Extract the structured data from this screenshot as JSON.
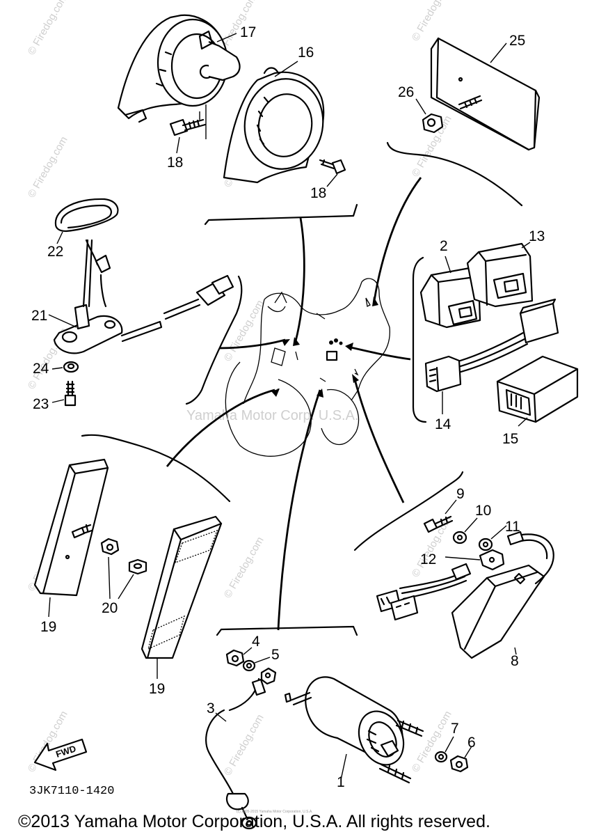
{
  "diagram": {
    "part_numbers": {
      "p1": "1",
      "p2": "2",
      "p3": "3",
      "p4": "4",
      "p5": "5",
      "p6": "6",
      "p7": "7",
      "p8": "8",
      "p9": "9",
      "p10": "10",
      "p11": "11",
      "p12": "12",
      "p13": "13",
      "p14": "14",
      "p15": "15",
      "p16": "16",
      "p17": "17",
      "p18a": "18",
      "p18b": "18",
      "p19a": "19",
      "p19b": "19",
      "p20": "20",
      "p21": "21",
      "p22": "22",
      "p23": "23",
      "p24": "24",
      "p25": "25",
      "p26": "26"
    },
    "fwd_label": "FWD",
    "drawing_code": "3JK7110-1420",
    "center_watermark": "Yamaha Motor Corp. U.S.A.",
    "watermark": "© Firedog.com",
    "tiny_notice": "(c) 2005-2015 Yamaha Motor Corporation, U.S.A.",
    "copyright": "©2013 Yamaha Motor Corporation, U.S.A. All rights reserved."
  }
}
